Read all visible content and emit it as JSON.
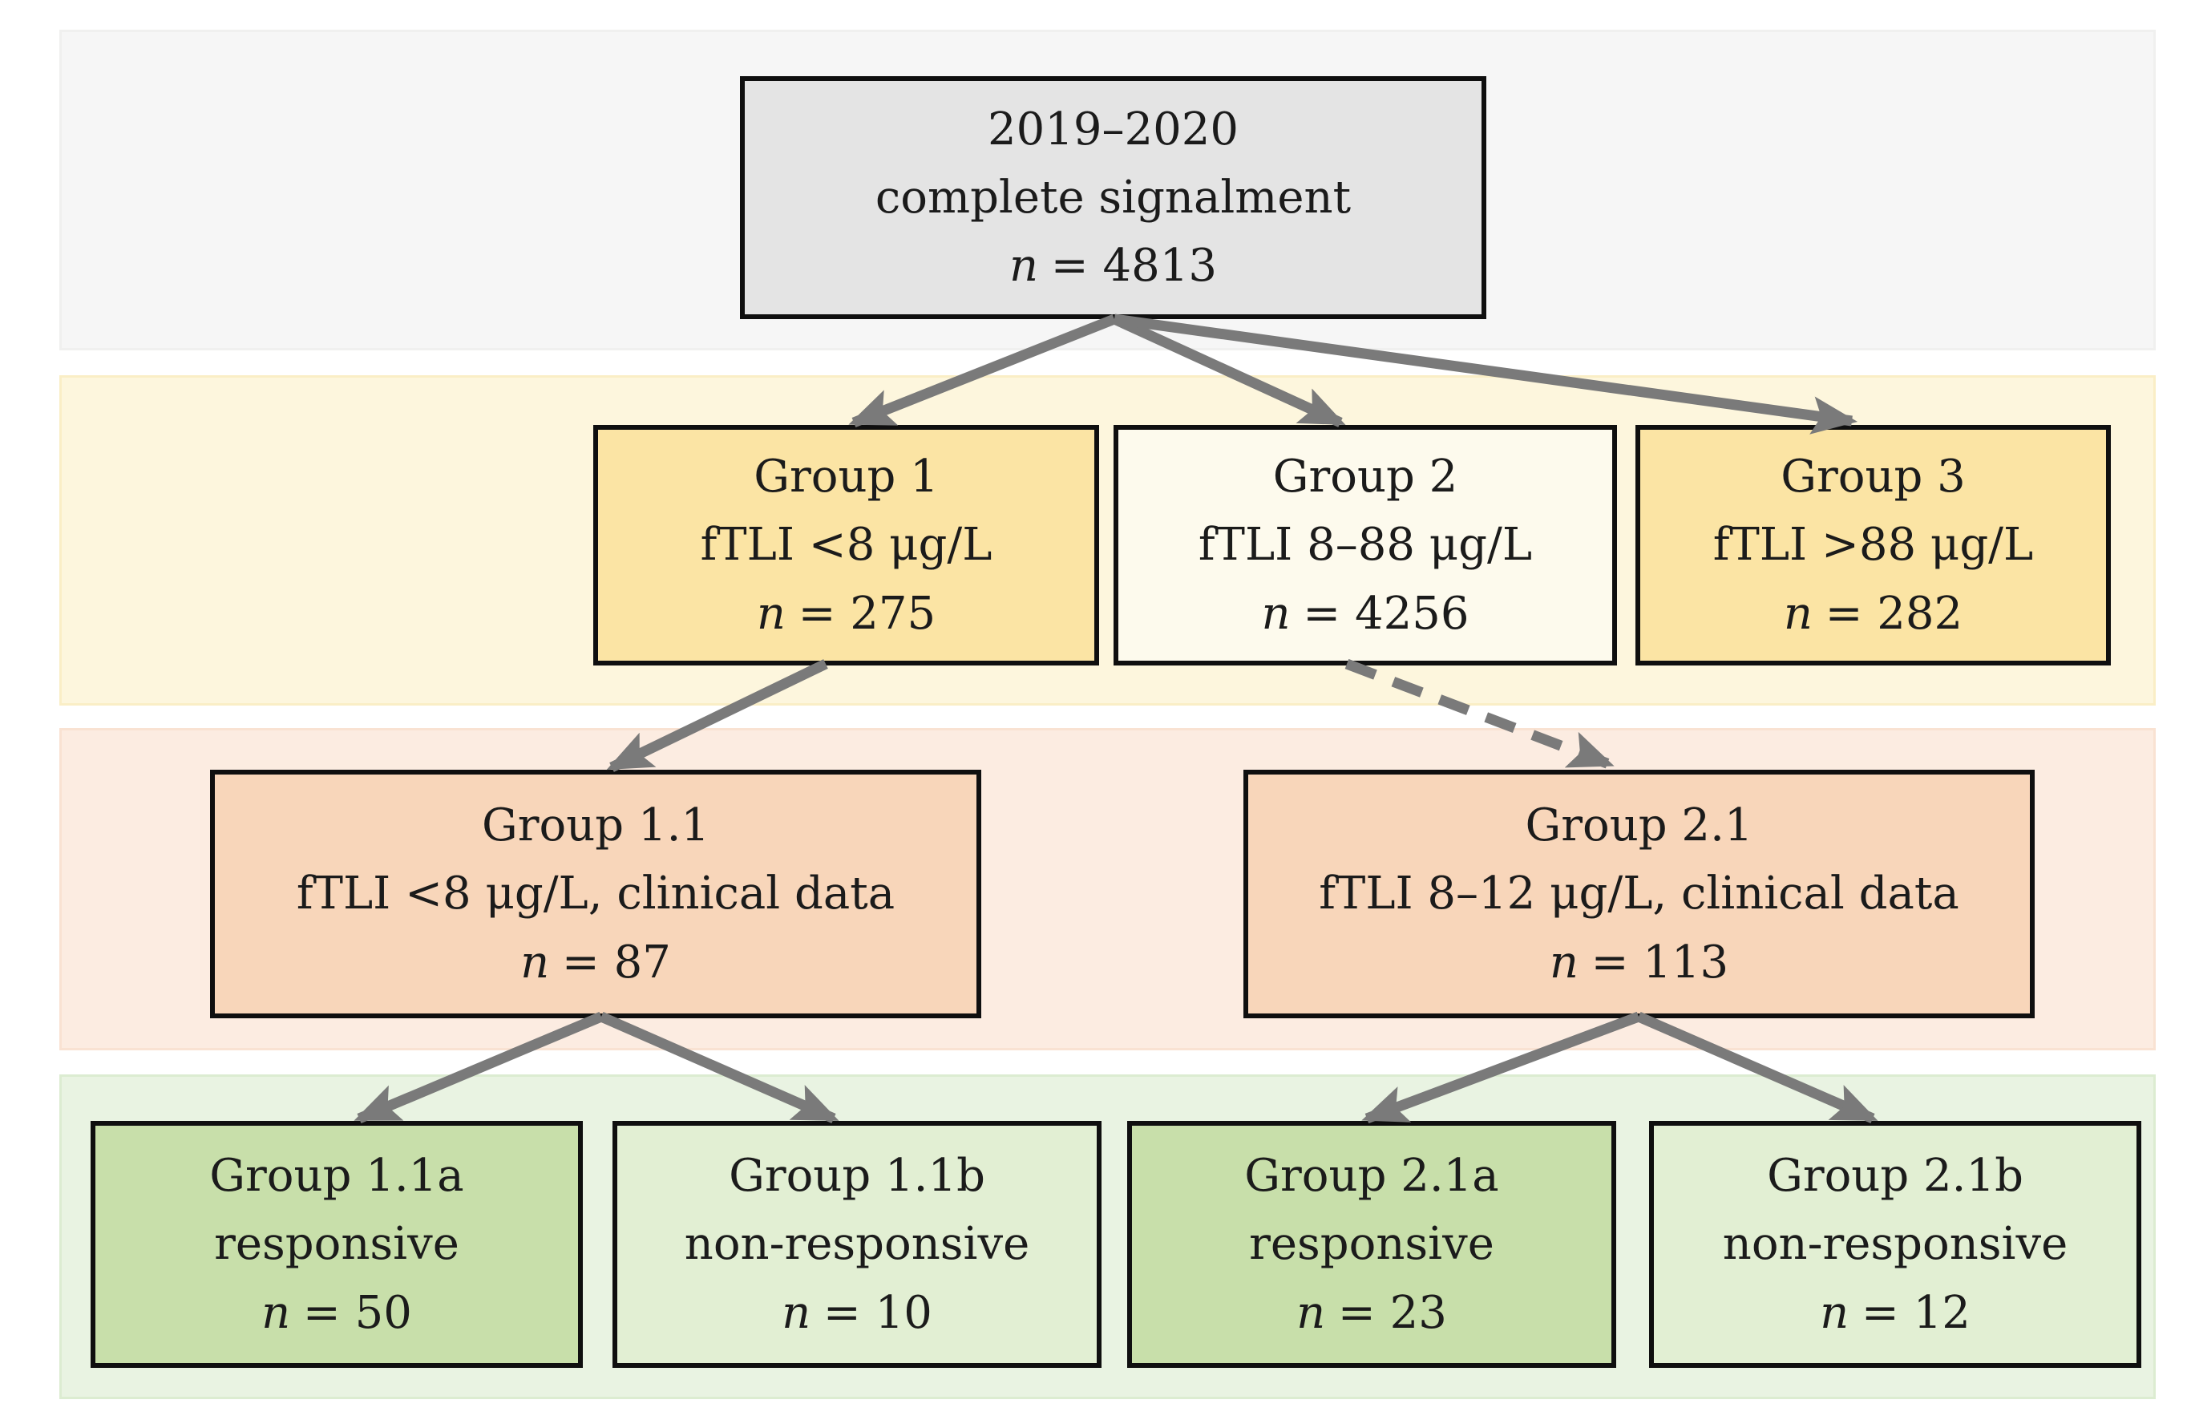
{
  "figure": {
    "type": "flowchart",
    "labels": {
      "n_symbol": "n"
    },
    "nodes": [
      {
        "id": "root",
        "title": "2019–2020",
        "subtitle": "complete signalment",
        "n": "= 4813"
      },
      {
        "id": "group1",
        "title": "Group 1",
        "subtitle": "fTLI <8 μg/L",
        "n": "= 275"
      },
      {
        "id": "group2",
        "title": "Group 2",
        "subtitle": "fTLI 8–88 μg/L",
        "n": "= 4256"
      },
      {
        "id": "group3",
        "title": "Group 3",
        "subtitle": "fTLI >88 μg/L",
        "n": "= 282"
      },
      {
        "id": "group1-1",
        "title": "Group 1.1",
        "subtitle": "fTLI <8 μg/L, clinical data",
        "n": "= 87"
      },
      {
        "id": "group2-1",
        "title": "Group 2.1",
        "subtitle": "fTLI 8–12 μg/L, clinical data",
        "n": "= 113"
      },
      {
        "id": "group1-1a",
        "title": "Group 1.1a",
        "subtitle": "responsive",
        "n": "= 50"
      },
      {
        "id": "group1-1b",
        "title": "Group 1.1b",
        "subtitle": "non-responsive",
        "n": "= 10"
      },
      {
        "id": "group2-1a",
        "title": "Group 2.1a",
        "subtitle": "responsive",
        "n": "= 23"
      },
      {
        "id": "group2-1b",
        "title": "Group 2.1b",
        "subtitle": "non-responsive",
        "n": "= 12"
      }
    ],
    "edges": [
      {
        "from": "root",
        "to": "group1",
        "style": "solid"
      },
      {
        "from": "root",
        "to": "group2",
        "style": "solid"
      },
      {
        "from": "root",
        "to": "group3",
        "style": "solid"
      },
      {
        "from": "group1",
        "to": "group1-1",
        "style": "solid"
      },
      {
        "from": "group2",
        "to": "group2-1",
        "style": "dashed"
      },
      {
        "from": "group1-1",
        "to": "group1-1a",
        "style": "solid"
      },
      {
        "from": "group1-1",
        "to": "group1-1b",
        "style": "solid"
      },
      {
        "from": "group2-1",
        "to": "group2-1a",
        "style": "solid"
      },
      {
        "from": "group2-1",
        "to": "group2-1b",
        "style": "solid"
      }
    ],
    "colors": {
      "box_gray": "#e4e4e4",
      "box_yellow": "#fbe4a4",
      "box_cream": "#fdfaed",
      "box_peach": "#f8d6ba",
      "box_green_dark": "#c8dfaa",
      "box_green_light": "#e2efd3",
      "band_gray": "#f6f6f6",
      "band_yellow": "#fdf6dd",
      "band_peach": "#fcece1",
      "band_green": "#e9f3e2",
      "arrow": "#7a7a7a",
      "border": "#0f0f0f"
    }
  }
}
